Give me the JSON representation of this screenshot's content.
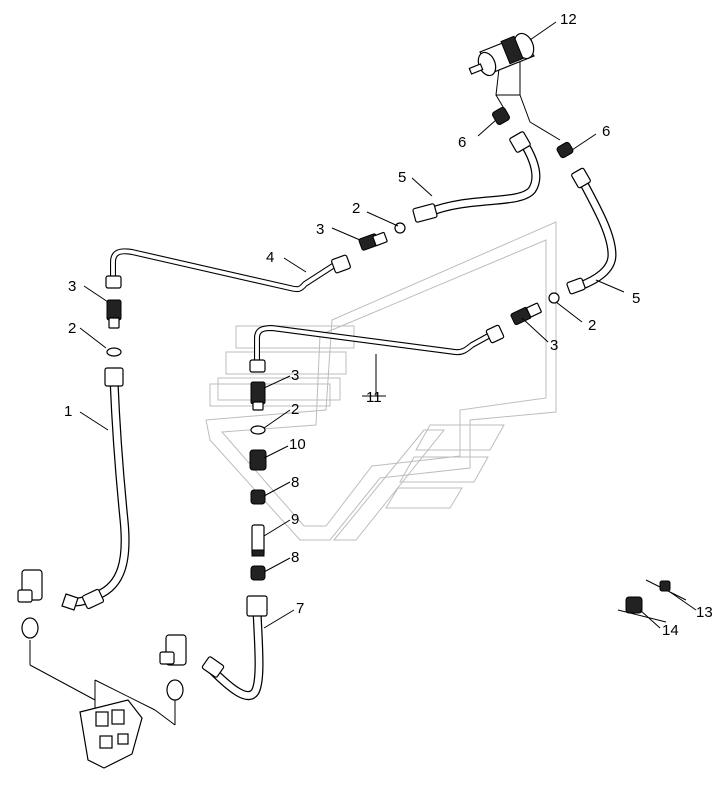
{
  "callouts": {
    "c1": "1",
    "c2a": "2",
    "c2b": "2",
    "c2c": "2",
    "c2d": "2",
    "c3a": "3",
    "c3b": "3",
    "c3c": "3",
    "c3d": "3",
    "c4": "4",
    "c5a": "5",
    "c5b": "5",
    "c6a": "6",
    "c6b": "6",
    "c7": "7",
    "c8a": "8",
    "c8b": "8",
    "c9": "9",
    "c10": "10",
    "c11": "11",
    "c12": "12",
    "c13": "13",
    "c14": "14"
  }
}
